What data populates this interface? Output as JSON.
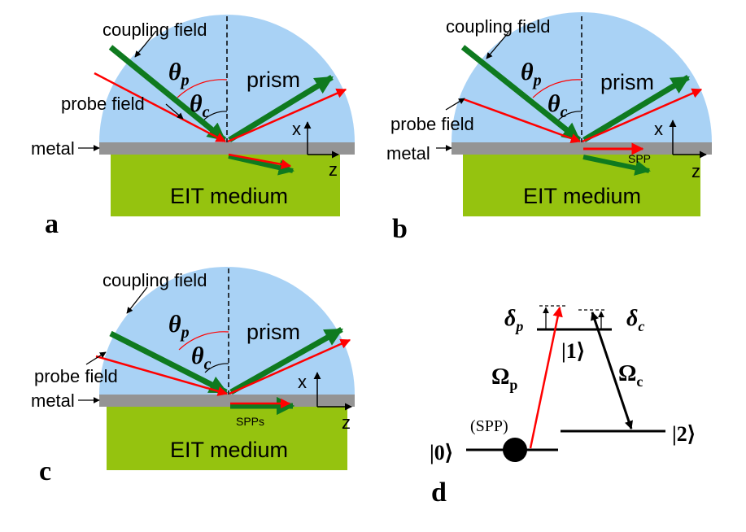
{
  "panels": [
    {
      "letter": "a",
      "coupling": "coupling field",
      "probe": "probe field",
      "metal": "metal",
      "prism": "prism",
      "medium": "EIT medium",
      "x_axis": "x",
      "z_axis": "z",
      "theta_p": "θ",
      "theta_p_sub": "p",
      "theta_c": "θ",
      "theta_c_sub": "c",
      "spp_label": ""
    },
    {
      "letter": "b",
      "coupling": "coupling field",
      "probe": "probe field",
      "metal": "metal",
      "prism": "prism",
      "medium": "EIT medium",
      "x_axis": "x",
      "z_axis": "z",
      "theta_p": "θ",
      "theta_p_sub": "p",
      "theta_c": "θ",
      "theta_c_sub": "c",
      "spp_label": "SPP"
    },
    {
      "letter": "c",
      "coupling": "coupling field",
      "probe": "probe field",
      "metal": "metal",
      "prism": "prism",
      "medium": "EIT medium",
      "x_axis": "x",
      "z_axis": "z",
      "theta_p": "θ",
      "theta_p_sub": "p",
      "theta_c": "θ",
      "theta_c_sub": "c",
      "spp_label": "SPPs"
    }
  ],
  "levels": {
    "letter": "d",
    "delta_p": "δ",
    "delta_p_sub": "p",
    "delta_c": "δ",
    "delta_c_sub": "c",
    "omega_p": "Ω",
    "omega_p_sub": "p",
    "omega_c": "Ω",
    "omega_c_sub": "c",
    "ket1": "|1⟩",
    "ket2": "|2⟩",
    "ket0": "|0⟩",
    "spp": "(SPP)"
  },
  "colors": {
    "prism": "#a9d2f5",
    "metal": "#949494",
    "medium": "#95c30f",
    "probe": "#ff0000",
    "coupling": "#0f7a1f"
  }
}
